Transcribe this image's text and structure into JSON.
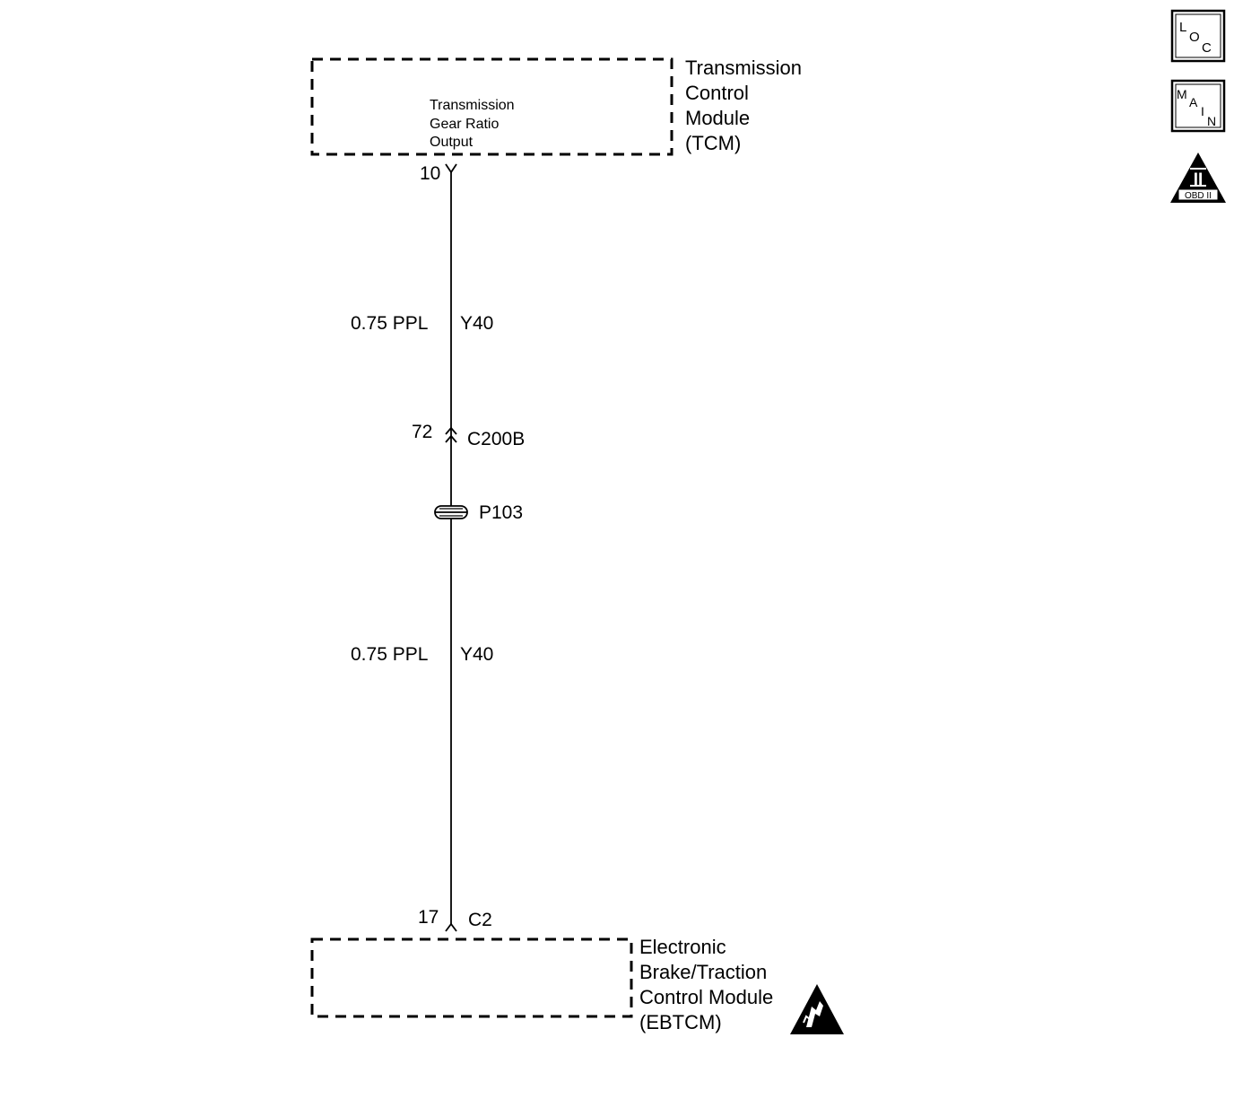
{
  "tcm": {
    "name_lines": [
      "Transmission",
      "Control",
      "Module",
      "(TCM)"
    ],
    "internal_lines": [
      "Transmission",
      "Gear Ratio",
      "Output"
    ],
    "pin": "10"
  },
  "wire_upper": {
    "gauge_color": "0.75 PPL",
    "circuit": "Y40"
  },
  "connector_c200b": {
    "pin": "72",
    "name": "C200B"
  },
  "splice_p103": {
    "name": "P103"
  },
  "wire_lower": {
    "gauge_color": "0.75 PPL",
    "circuit": "Y40"
  },
  "ebtcm": {
    "pin": "17",
    "connector": "C2",
    "name_lines": [
      "Electronic",
      "Brake/Traction",
      "Control Module",
      "(EBTCM)"
    ]
  },
  "side_icons": {
    "loc": [
      "L",
      "O",
      "C"
    ],
    "main": [
      "M",
      "A",
      "I",
      "N"
    ],
    "obd": {
      "roman": "II",
      "label": "OBD II"
    }
  },
  "esd_icon": "esd-sensitive-icon"
}
